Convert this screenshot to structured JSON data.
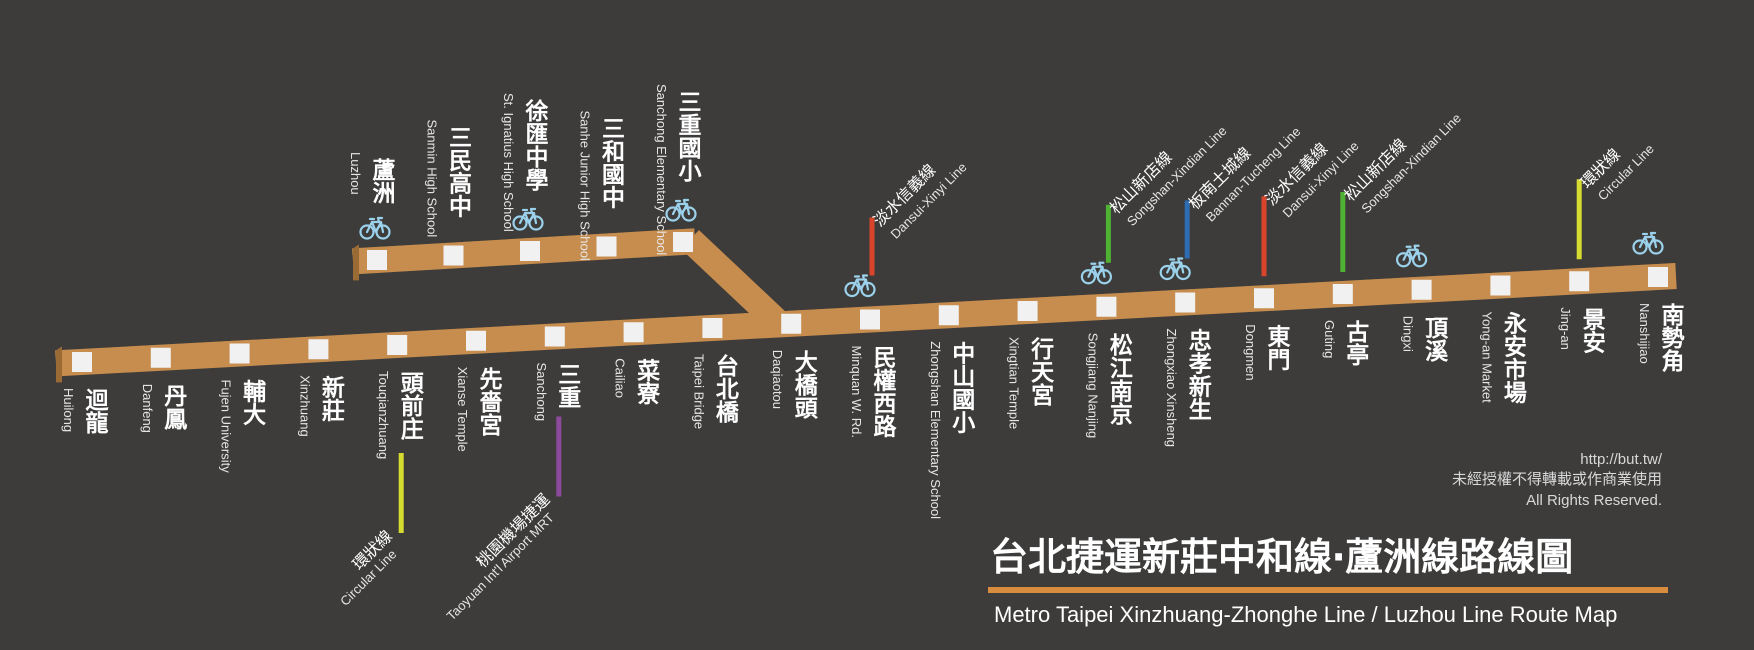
{
  "colors": {
    "background": "#3d3c3b",
    "route": "#c68d4e",
    "route_edge": "#9a6b34",
    "station_marker": "#f1f1f1",
    "bike_icon": "#9bd1ea",
    "circular_line": "#d6dc2f",
    "dansui_xinyi_line": "#d9452a",
    "songshan_xindian_line": "#4fb233",
    "bannan_tucheng_line": "#2f6db3",
    "airport_mrt": "#8d4a9c",
    "title_underline": "#d88c3e"
  },
  "title": {
    "zh": "台北捷運新莊中和線‧蘆洲線路線圖",
    "en": "Metro Taipei Xinzhuang-Zhonghe Line / Luzhou Line Route Map"
  },
  "credits": {
    "url": "http://but.tw/",
    "notice_zh": "未經授權不得轉載或作商業使用",
    "rights": "All Rights Reserved."
  },
  "main_line": [
    {
      "zh": "迴龍",
      "en": "Huilong",
      "bike": false
    },
    {
      "zh": "丹鳳",
      "en": "Danfeng",
      "bike": false
    },
    {
      "zh": "輔大",
      "en": "Fujen University",
      "bike": false
    },
    {
      "zh": "新莊",
      "en": "Xinzhuang",
      "bike": false
    },
    {
      "zh": "頭前庄",
      "en": "Touqianzhuang",
      "bike": false,
      "transfer_below": {
        "zh": "環狀線",
        "en": "Circular Line",
        "color": "#d6dc2f"
      }
    },
    {
      "zh": "先嗇宮",
      "en": "Xianse Temple",
      "bike": false
    },
    {
      "zh": "三重",
      "en": "Sanchong",
      "bike": false,
      "transfer_below": {
        "zh": "桃園機場捷運",
        "en": "Taoyuan Int'l Airport MRT",
        "color": "#8d4a9c"
      }
    },
    {
      "zh": "菜寮",
      "en": "Cailiao",
      "bike": false
    },
    {
      "zh": "台北橋",
      "en": "Taipei Bridge",
      "bike": false
    },
    {
      "zh": "大橋頭",
      "en": "Daqiaotou",
      "bike": false
    },
    {
      "zh": "民權西路",
      "en": "Minquan W. Rd.",
      "bike": true,
      "transfer_above": {
        "zh": "淡水信義線",
        "en": "Dansui-Xinyi Line",
        "color": "#d9452a"
      }
    },
    {
      "zh": "中山國小",
      "en": "Zhongshan Elementary School",
      "bike": false
    },
    {
      "zh": "行天宮",
      "en": "Xingtian Temple",
      "bike": false
    },
    {
      "zh": "松江南京",
      "en": "Songjiang Nanjing",
      "bike": true,
      "transfer_above": {
        "zh": "松山新店線",
        "en": "Songshan-Xindian Line",
        "color": "#4fb233"
      }
    },
    {
      "zh": "忠孝新生",
      "en": "Zhongxiao Xinsheng",
      "bike": true,
      "transfer_above": {
        "zh": "板南土城線",
        "en": "Bannan-Tucheng Line",
        "color": "#2f6db3"
      }
    },
    {
      "zh": "東門",
      "en": "Dongmen",
      "bike": false,
      "transfer_above": {
        "zh": "淡水信義線",
        "en": "Dansui-Xinyi Line",
        "color": "#d9452a"
      }
    },
    {
      "zh": "古亭",
      "en": "Guting",
      "bike": false,
      "transfer_above": {
        "zh": "松山新店線",
        "en": "Songshan-Xindian Line",
        "color": "#4fb233"
      }
    },
    {
      "zh": "頂溪",
      "en": "Dingxi",
      "bike": true
    },
    {
      "zh": "永安市場",
      "en": "Yong-an Market",
      "bike": false
    },
    {
      "zh": "景安",
      "en": "Jing-an",
      "bike": false,
      "transfer_above": {
        "zh": "環狀線",
        "en": "Circular Line",
        "color": "#d6dc2f"
      }
    },
    {
      "zh": "南勢角",
      "en": "Nanshijiao",
      "bike": true
    }
  ],
  "branch_line": [
    {
      "zh": "蘆洲",
      "en": "Luzhou",
      "bike": true
    },
    {
      "zh": "三民高中",
      "en": "Sanmin High School",
      "bike": false
    },
    {
      "zh": "徐匯中學",
      "en": "St. Ignatius High School",
      "bike": true
    },
    {
      "zh": "三和國中",
      "en": "Sanhe Junior High School",
      "bike": false
    },
    {
      "zh": "三重國小",
      "en": "Sanchong Elementary School",
      "bike": true
    }
  ]
}
